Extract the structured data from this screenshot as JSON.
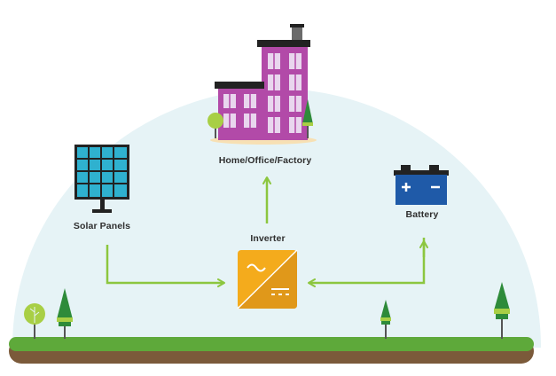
{
  "nodes": {
    "building": {
      "label": "Home/Office/Factory",
      "icon": "building-icon"
    },
    "solar": {
      "label": "Solar Panels",
      "icon": "solar-panel-icon"
    },
    "battery": {
      "label": "Battery",
      "icon": "battery-icon"
    },
    "inverter": {
      "label": "Inverter",
      "icon": "inverter-icon"
    }
  },
  "connections": [
    {
      "from": "Solar Panels",
      "to": "Inverter"
    },
    {
      "from": "Battery",
      "to": "Inverter"
    },
    {
      "from": "Inverter",
      "to": "Home/Office/Factory"
    }
  ],
  "colors": {
    "sky_dome": "#e6f3f6",
    "ground_grass": "#5ea93a",
    "ground_soil": "#7b5a3a",
    "arrow": "#8cc63f",
    "building": "#b24aa8",
    "building_roof": "#222222",
    "solar_panel": "#2fb1cf",
    "battery": "#1f5aa8",
    "inverter": "#f4ab1c",
    "tree_green": "#2e8b3a",
    "tree_light": "#a8cf45"
  }
}
